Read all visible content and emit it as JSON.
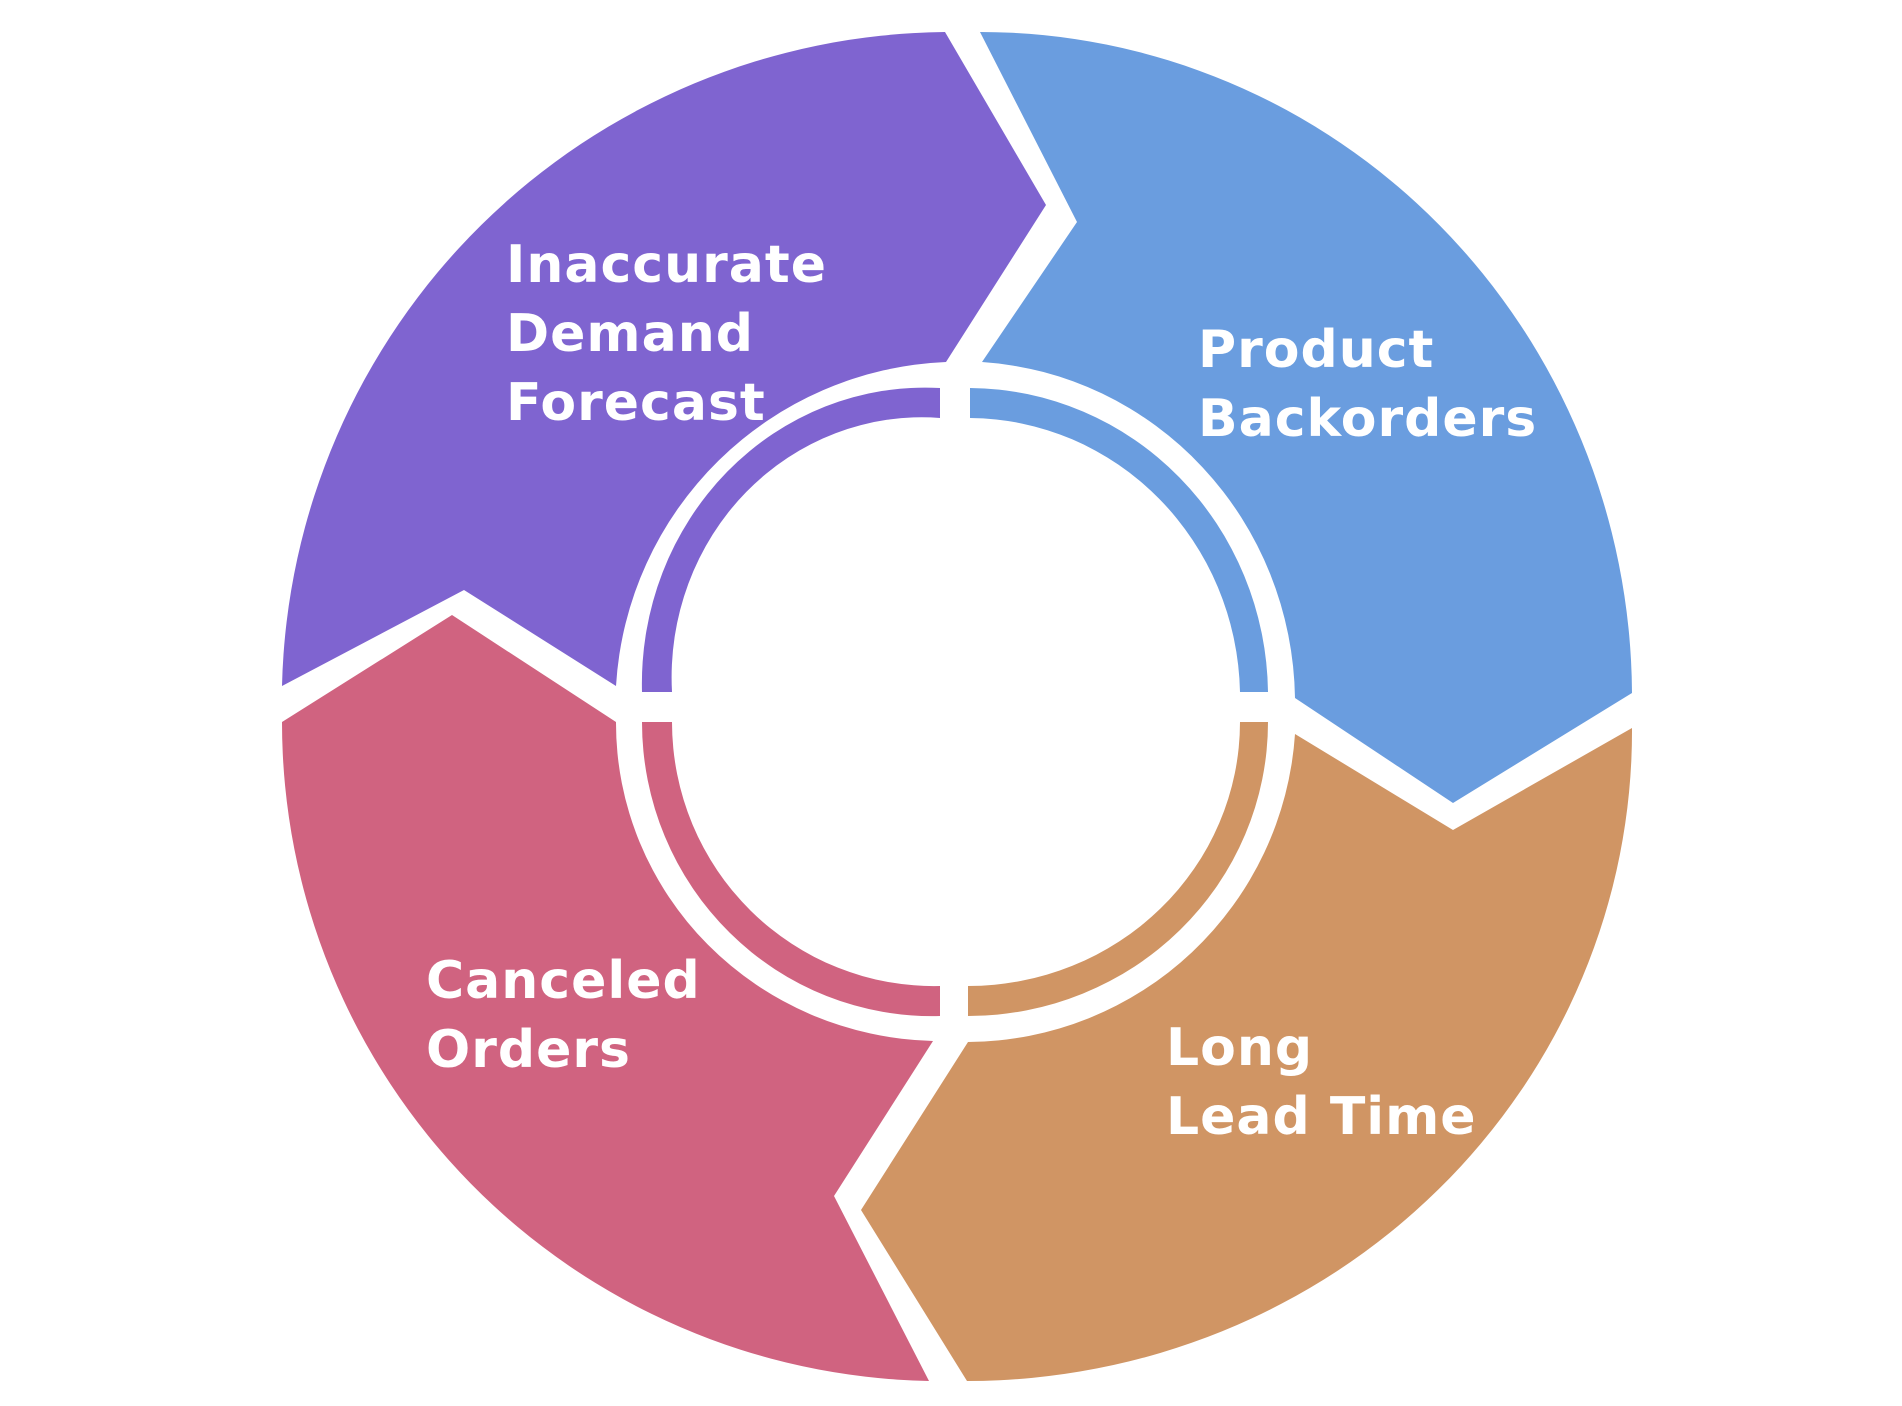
{
  "diagram": {
    "type": "cycle",
    "segments": [
      {
        "id": "inaccurate-demand-forecast",
        "lines": [
          "Inaccurate",
          "Demand",
          "Forecast"
        ],
        "color": "#7F64D0"
      },
      {
        "id": "product-backorders",
        "lines": [
          "Product",
          "Backorders"
        ],
        "color": "#6A9DDF"
      },
      {
        "id": "long-lead-time",
        "lines": [
          "Long",
          "Lead Time"
        ],
        "color": "#D09564"
      },
      {
        "id": "canceled-orders",
        "lines": [
          "Canceled",
          "Orders"
        ],
        "color": "#D06380"
      }
    ]
  }
}
